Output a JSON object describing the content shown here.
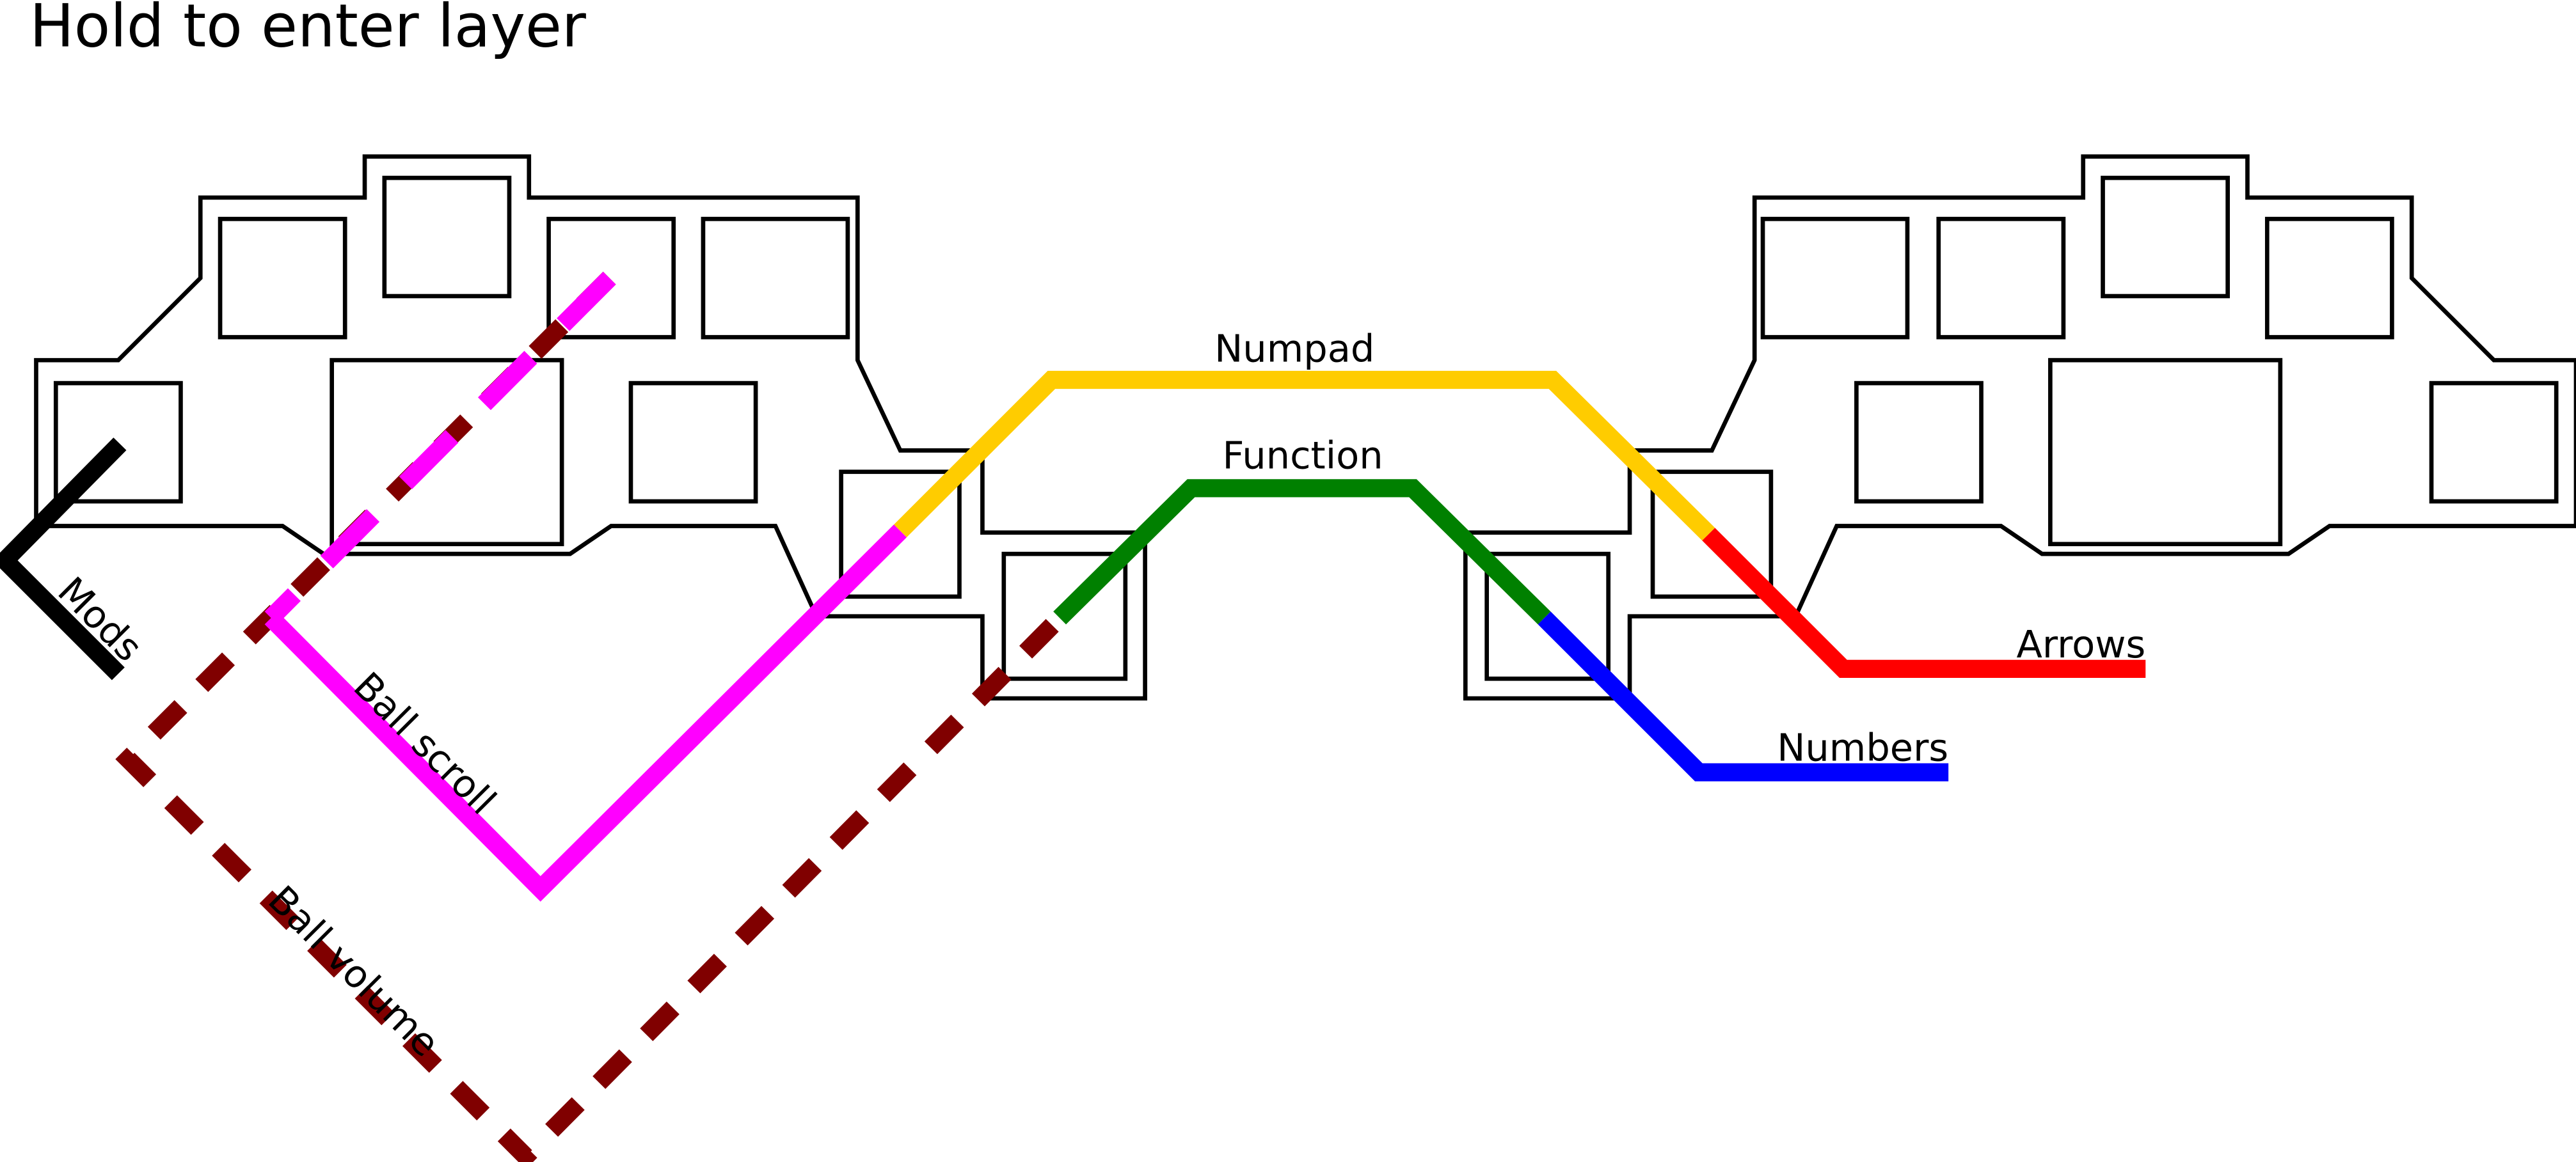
{
  "title": "Hold to enter layer",
  "layers": [
    {
      "key": "numpad",
      "label": "Numpad",
      "color": "#ffcc00",
      "style": "solid"
    },
    {
      "key": "function",
      "label": "Function",
      "color": "#008000",
      "style": "solid"
    },
    {
      "key": "arrows",
      "label": "Arrows",
      "color": "#ff0000",
      "style": "solid"
    },
    {
      "key": "numbers",
      "label": "Numbers",
      "color": "#0000ff",
      "style": "solid"
    },
    {
      "key": "mods",
      "label": "Mods",
      "color": "#000000",
      "style": "solid"
    },
    {
      "key": "ball_scroll",
      "label": "Ball scroll",
      "color": "#ff00ff",
      "style": "solid"
    },
    {
      "key": "ball_volume",
      "label": "Ball volume",
      "color": "#800000",
      "style": "dashed"
    }
  ]
}
